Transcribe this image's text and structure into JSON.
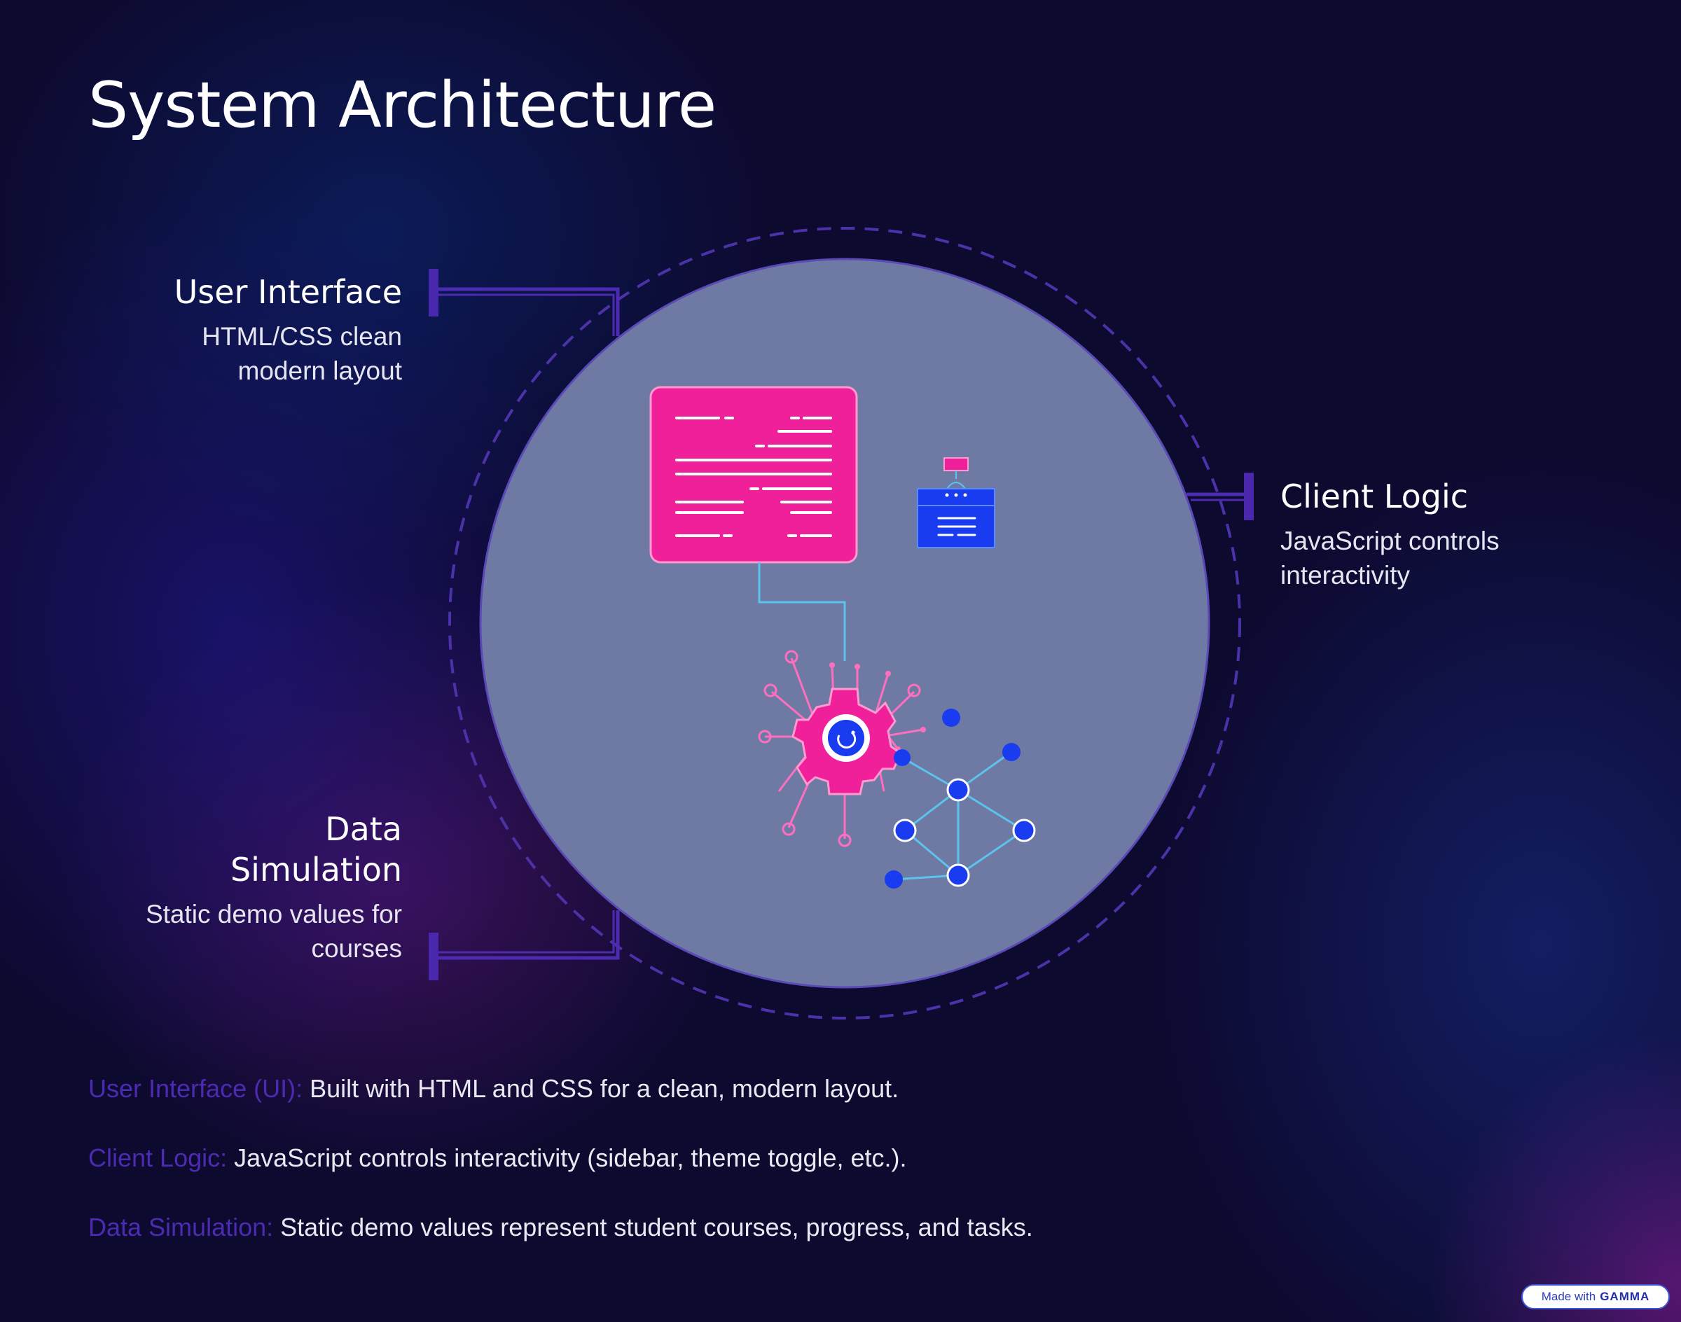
{
  "title": "System Architecture",
  "callouts": {
    "ui": {
      "heading": "User Interface",
      "line1": "HTML/CSS clean",
      "line2": "modern layout"
    },
    "client": {
      "heading": "Client Logic",
      "line1": "JavaScript controls",
      "line2": "interactivity"
    },
    "data": {
      "heading_line1": "Data",
      "heading_line2": "Simulation",
      "line1": "Static demo values for",
      "line2": "courses"
    }
  },
  "notes": [
    {
      "key": "User Interface (UI):",
      "text": " Built with HTML and CSS for a clean, modern layout."
    },
    {
      "key": "Client Logic:",
      "text": " JavaScript controls interactivity (sidebar, theme toggle, etc.)."
    },
    {
      "key": "Data Simulation:",
      "text": " Static demo values represent student courses, progress, and tasks."
    }
  ],
  "badge": {
    "prefix": "Made with",
    "brand": "GAMMA"
  },
  "colors": {
    "background": "#0d0a30",
    "circle_fill": "#6e7aa3",
    "accent_pink": "#f01f9a",
    "accent_blue": "#1a3cf0",
    "connector_purple": "#4c2bb2",
    "link_cyan": "#5cc3ef"
  },
  "icons": [
    "document-icon",
    "server-window-icon",
    "gear-hub-icon",
    "network-graph-icon"
  ]
}
